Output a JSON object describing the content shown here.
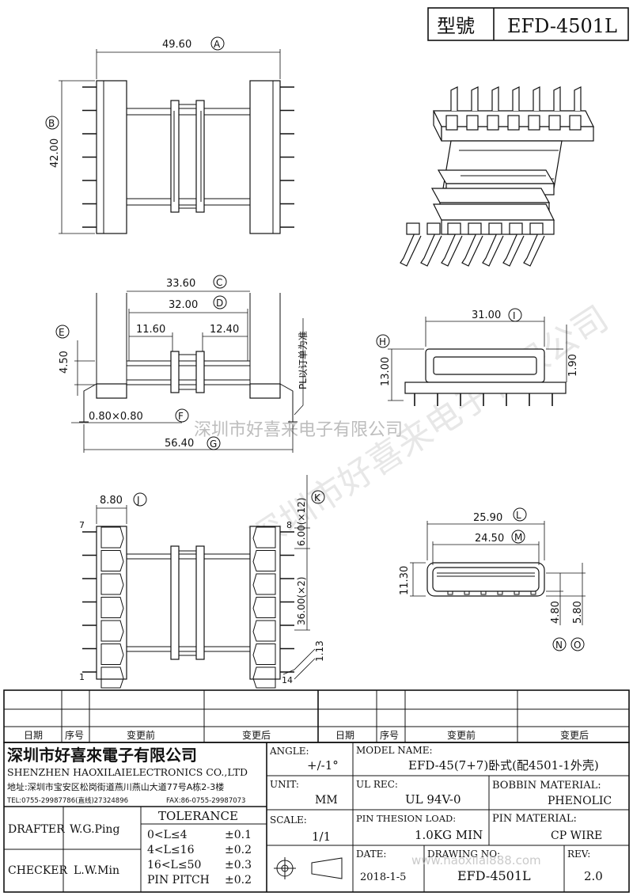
{
  "header": {
    "model_label": "型號",
    "model_value": "EFD-4501L"
  },
  "dimensions": {
    "A": {
      "letter": "A",
      "value": "49.60"
    },
    "B": {
      "letter": "B",
      "value": "42.00"
    },
    "C": {
      "letter": "C",
      "value": "33.60"
    },
    "D": {
      "letter": "D",
      "value": "32.00"
    },
    "E": {
      "letter": "E",
      "value": "4.50"
    },
    "F": {
      "letter": "F",
      "value": "0.80×0.80"
    },
    "G": {
      "letter": "G",
      "value": "56.40"
    },
    "H": {
      "letter": "H",
      "value": "13.00"
    },
    "I": {
      "letter": "I",
      "value": "31.00"
    },
    "J": {
      "letter": "J",
      "value": "8.80"
    },
    "K": {
      "letter": "K",
      "value": "6.00(×12)"
    },
    "L": {
      "letter": "L",
      "value": "25.90"
    },
    "M": {
      "letter": "M",
      "value": "24.50"
    },
    "N": {
      "letter": "N",
      "value": "4.80"
    },
    "O": {
      "letter": "O",
      "value": "5.80"
    },
    "d_11_60": "11.60",
    "d_12_40": "12.40",
    "d_1_90": "1.90",
    "d_11_30": "11.30",
    "d_36_00": "36.00(×2)",
    "d_1_13": "1.13"
  },
  "notes": {
    "pl_note": "PL以订单为准",
    "watermark": "深圳市好喜来电子有限公司",
    "url_watermark": "www.haoxilai888.com"
  },
  "pins": {
    "p7": "7",
    "p8": "8",
    "p1": "1",
    "p14": "14"
  },
  "revision_table": {
    "headers": [
      "日期",
      "序号",
      "变更前",
      "变更后",
      "日期",
      "序号",
      "变更前",
      "变更后"
    ]
  },
  "company": {
    "name_cn": "深圳市好喜來電子有限公司",
    "name_en": "SHENZHEN HAOXILAIELECTRONICS CO.,LTD",
    "address": "地址:深圳市宝安区松岗街道燕川燕山大道77号A栋2-3楼",
    "tel": "TEL:0755-29987786(直线)27324896",
    "fax": "FAX:86-0755-29987073"
  },
  "title_block": {
    "angle_label": "ANGLE:",
    "angle_value": "+/-1°",
    "model_name_label": "MODEL NAME:",
    "model_name_value": "EFD-45(7+7)卧式(配4501-1外壳)",
    "unit_label": "UNIT:",
    "unit_value": "MM",
    "ul_rec_label": "UL REC:",
    "ul_rec_value": "UL 94V-0",
    "bobbin_material_label": "BOBBIN MATERIAL:",
    "bobbin_material_value": "PHENOLIC",
    "scale_label": "SCALE:",
    "scale_value": "1/1",
    "pin_tension_label": "PIN THESION LOAD:",
    "pin_tension_value": "1.0KG MIN",
    "pin_material_label": "PIN MATERIAL:",
    "pin_material_value": "CP  WIRE",
    "date_label": "DATE:",
    "date_value": "2018-1-5",
    "drawing_no_label": "DRAWING NO:",
    "drawing_no_value": "EFD-4501L",
    "rev_label": "REV:",
    "rev_value": "2.0",
    "drafter_label": "DRAFTER",
    "drafter_value": "W.G.Ping",
    "checker_label": "CHECKER",
    "checker_value": "L.W.Min",
    "tolerance_label": "TOLERANCE",
    "tolerances": [
      {
        "range": "0<L≤4",
        "value": "±0.1"
      },
      {
        "range": "4<L≤16",
        "value": "±0.2"
      },
      {
        "range": "16<L≤50",
        "value": "±0.3"
      },
      {
        "range": "PIN PITCH",
        "value": "±0.2"
      }
    ]
  }
}
